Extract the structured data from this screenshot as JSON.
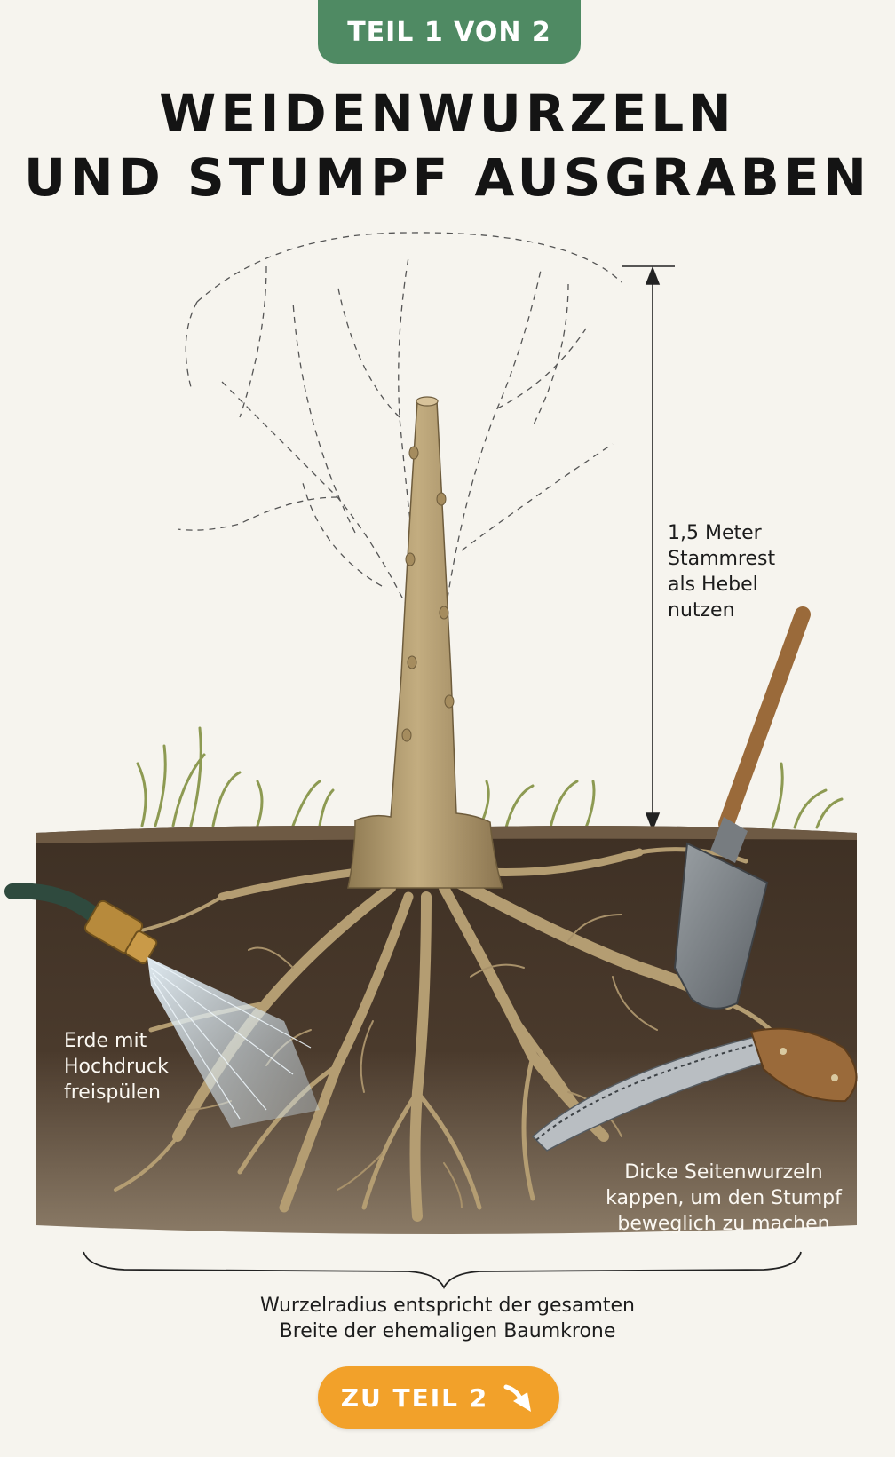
{
  "header": {
    "badge": "TEIL 1 VON 2",
    "title_line1": "WEIDENWURZELN",
    "title_line2": "UND STUMPF AUSGRABEN"
  },
  "labels": {
    "trunk": [
      "1,5 Meter",
      "Stammrest",
      "als Hebel",
      "nutzen"
    ],
    "water": [
      "Erde mit",
      "Hochdruck",
      "freispülen"
    ],
    "roots": [
      "Dicke Seitenwurzeln",
      "kappen, um den Stumpf",
      "beweglich zu machen"
    ],
    "radius": [
      "Wurzelradius entspricht der gesamten",
      "Breite der ehemaligen Baumkrone"
    ]
  },
  "cta": {
    "label": "ZU TEIL 2",
    "icon": "arrow-down-right-icon"
  },
  "colors": {
    "badge": "#4f8a63",
    "cta": "#f2a12a",
    "soil": "#4a3a2c",
    "wood": "#b49d72",
    "grass": "#8d9a52"
  }
}
